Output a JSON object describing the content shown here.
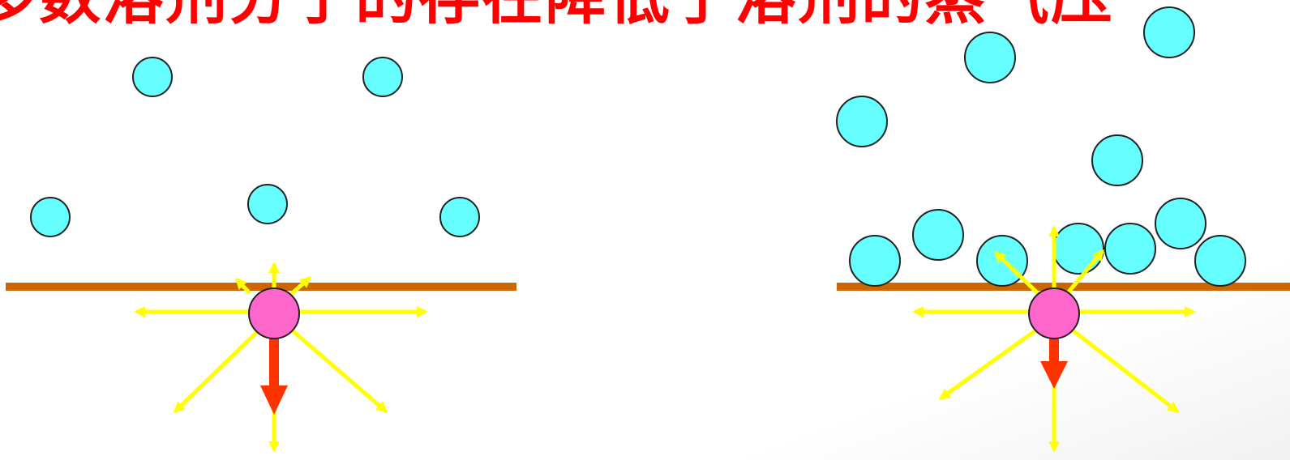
{
  "title": "多数溶剂分子的存在降低了溶剂的蒸气压",
  "colors": {
    "title": "#ff0000",
    "surface": "#cc6600",
    "solvent_molecule": "#66ffff",
    "solute_particle": "#ff66cc",
    "escape_arrow": "#ffff00",
    "downward_arrow": "#ff3300"
  },
  "panels": [
    {
      "name": "pure-solvent",
      "surface_molecules": 0,
      "vapor_molecules": 5
    },
    {
      "name": "solution",
      "surface_molecules": 7,
      "vapor_molecules": 4
    }
  ]
}
